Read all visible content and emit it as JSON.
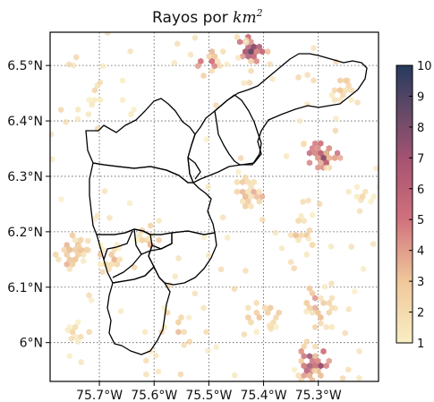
{
  "title": {
    "text": "Rayos por ",
    "math": "km",
    "exp": "2"
  },
  "colors": {
    "low": "#f8eec4",
    "mid": "#d0707c",
    "high": "#263a5e",
    "boundary": "#000000",
    "grid": "#555555"
  },
  "chart_data": {
    "type": "heatmap",
    "title": "Rayos por km²",
    "lon_range": [
      -75.79,
      -75.19
    ],
    "lat_range": [
      5.93,
      6.56
    ],
    "x_ticks": [
      {
        "lon": -75.7,
        "label": "75.7°W"
      },
      {
        "lon": -75.6,
        "label": "75.6°W"
      },
      {
        "lon": -75.5,
        "label": "75.5°W"
      },
      {
        "lon": -75.4,
        "label": "75.4°W"
      },
      {
        "lon": -75.3,
        "label": "75.3°W"
      }
    ],
    "y_ticks": [
      {
        "lat": 6.5,
        "label": "6.5°N"
      },
      {
        "lat": 6.4,
        "label": "6.4°N"
      },
      {
        "lat": 6.3,
        "label": "6.3°N"
      },
      {
        "lat": 6.2,
        "label": "6.2°N"
      },
      {
        "lat": 6.1,
        "label": "6.1°N"
      },
      {
        "lat": 6.0,
        "label": "6°N"
      }
    ],
    "grid": true,
    "colorbar": {
      "min": 1,
      "max": 10,
      "ticks": [
        1,
        2,
        3,
        4,
        5,
        6,
        7,
        8,
        9,
        10
      ],
      "position": "right"
    },
    "clusters": [
      {
        "lon": -75.42,
        "lat": 6.525,
        "spread": 0.04,
        "n": 28,
        "vmax": 10
      },
      {
        "lon": -75.5,
        "lat": 6.51,
        "spread": 0.03,
        "n": 14,
        "vmax": 7
      },
      {
        "lon": -75.29,
        "lat": 6.34,
        "spread": 0.045,
        "n": 36,
        "vmax": 9
      },
      {
        "lon": -75.26,
        "lat": 6.46,
        "spread": 0.03,
        "n": 14,
        "vmax": 4
      },
      {
        "lon": -75.75,
        "lat": 6.16,
        "spread": 0.04,
        "n": 34,
        "vmax": 6
      },
      {
        "lon": -75.68,
        "lat": 6.15,
        "spread": 0.04,
        "n": 18,
        "vmax": 4
      },
      {
        "lon": -75.61,
        "lat": 6.19,
        "spread": 0.03,
        "n": 16,
        "vmax": 5
      },
      {
        "lon": -75.42,
        "lat": 6.27,
        "spread": 0.05,
        "n": 24,
        "vmax": 5
      },
      {
        "lon": -75.31,
        "lat": 5.96,
        "spread": 0.05,
        "n": 44,
        "vmax": 9
      },
      {
        "lon": -75.3,
        "lat": 6.07,
        "spread": 0.06,
        "n": 22,
        "vmax": 5
      },
      {
        "lon": -75.4,
        "lat": 6.05,
        "spread": 0.06,
        "n": 18,
        "vmax": 4
      },
      {
        "lon": -75.56,
        "lat": 6.02,
        "spread": 0.07,
        "n": 16,
        "vmax": 4
      },
      {
        "lon": -75.7,
        "lat": 6.44,
        "spread": 0.08,
        "n": 12,
        "vmax": 3
      },
      {
        "lon": -75.74,
        "lat": 6.02,
        "spread": 0.05,
        "n": 10,
        "vmax": 3
      },
      {
        "lon": -75.33,
        "lat": 6.19,
        "spread": 0.06,
        "n": 14,
        "vmax": 4
      },
      {
        "lon": -75.22,
        "lat": 6.26,
        "spread": 0.04,
        "n": 10,
        "vmax": 3
      }
    ]
  }
}
